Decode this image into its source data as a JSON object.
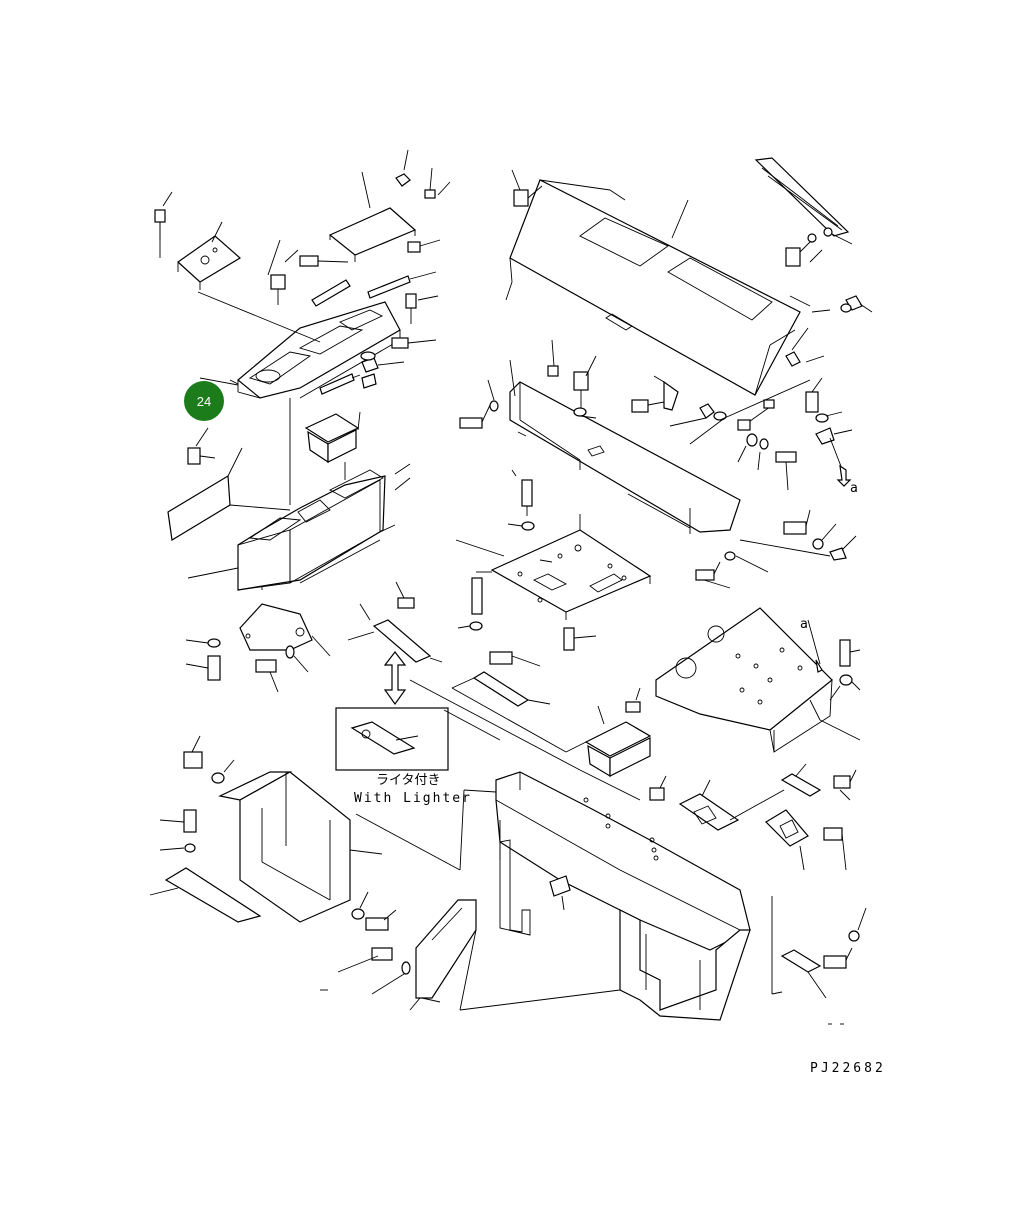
{
  "diagram": {
    "drawing_number": "PJ22682",
    "callout_number": "24",
    "callout_color": "#1c7c1c",
    "inset_caption_jp": "ライタ付き",
    "inset_caption_en": "With Lighter",
    "ref_letter_top": "a",
    "ref_letter_bottom": "a"
  }
}
